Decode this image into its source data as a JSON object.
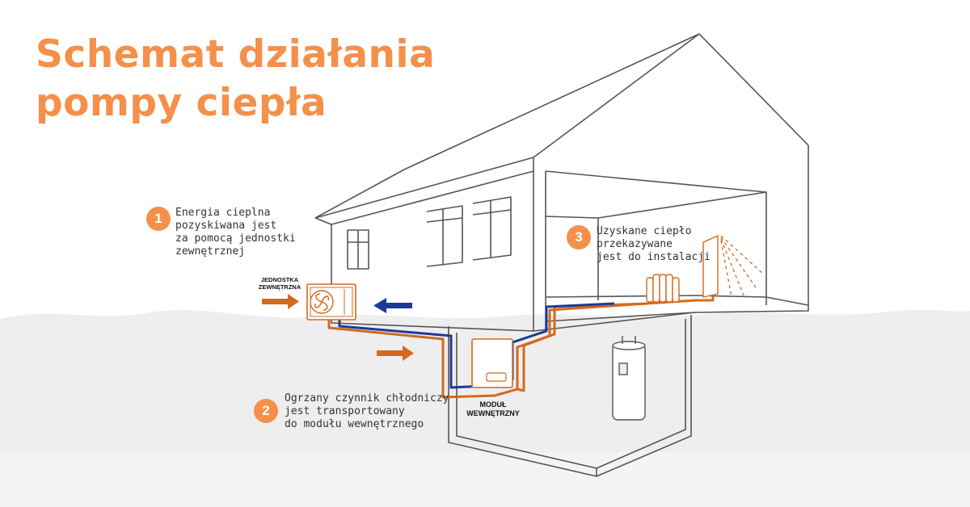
{
  "title": {
    "line1": "Schemat działania",
    "line2": "pompy ciepła"
  },
  "steps": [
    {
      "number": "1",
      "lines": [
        "Energia cieplna",
        "pozyskiwana jest",
        "za pomocą jednostki",
        "zewnętrznej"
      ]
    },
    {
      "number": "2",
      "lines": [
        "Ogrzany czynnik chłodniczy",
        "jest transportowany",
        "do modułu wewnętrznego"
      ]
    },
    {
      "number": "3",
      "lines": [
        "Uzyskane ciepło",
        "przekazywane",
        "jest do instalacji"
      ]
    }
  ],
  "labels": {
    "outdoor_unit": [
      "JEDNOSTKA",
      "ZEWNĘTRZNA"
    ],
    "indoor_module": [
      "MODUŁ",
      "WEWNĘTRZNY"
    ]
  },
  "colors": {
    "accent": "#f5904a",
    "hot_pipe": "#d4691c",
    "cold_pipe": "#1a3a9c",
    "outline": "#555555",
    "ground": "#eeeeee"
  },
  "icons": {
    "fan": "fan-icon",
    "radiator": "radiator-icon",
    "heat": "heat-rays-icon",
    "boiler": "water-tank-icon"
  }
}
